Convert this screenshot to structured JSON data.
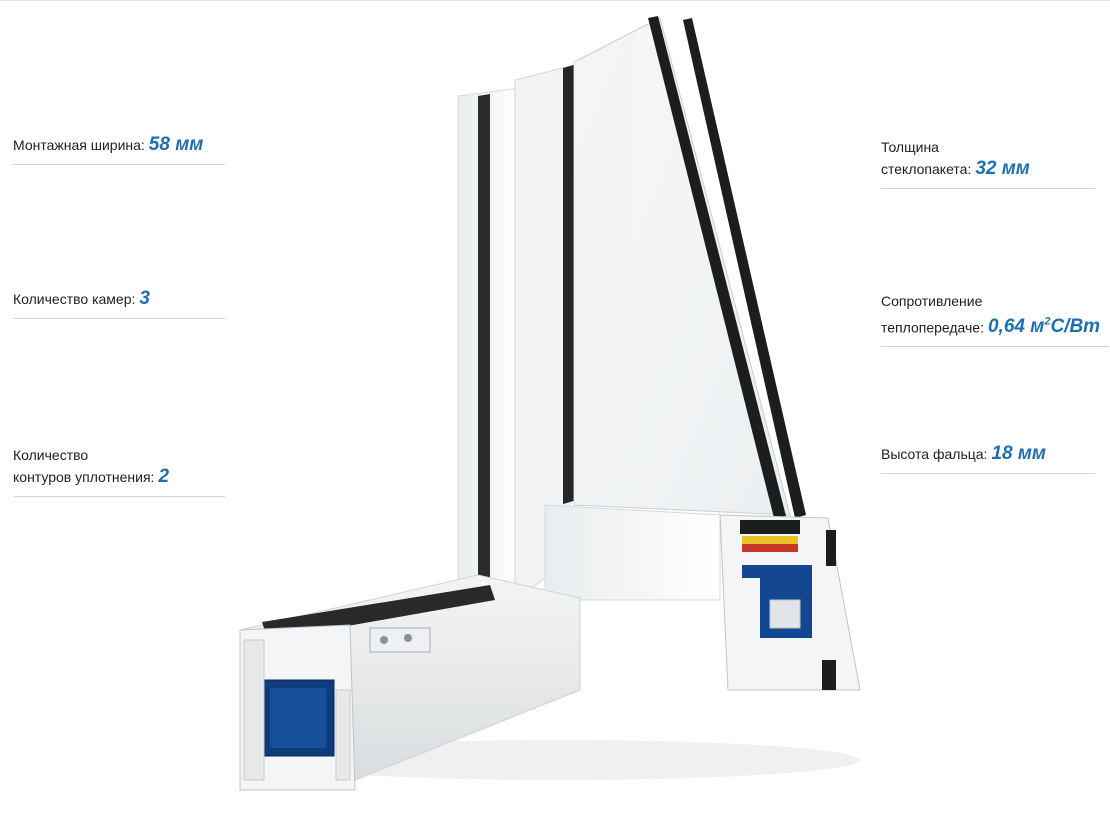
{
  "specs_left": [
    {
      "id": "width",
      "lines": [
        "Монтажная ширина:"
      ],
      "value": "58 мм"
    },
    {
      "id": "chambers",
      "lines": [
        "Количество камер:"
      ],
      "value": "3"
    },
    {
      "id": "seals",
      "lines": [
        "Количество",
        "контуров уплотнения:"
      ],
      "value": "2"
    }
  ],
  "specs_right": [
    {
      "id": "glass",
      "lines": [
        "Толщина",
        "стеклопакета:"
      ],
      "value": "32 мм"
    },
    {
      "id": "resistance",
      "lines": [
        "Сопротивление",
        "теплопередаче:"
      ],
      "value_main": "0,64 м",
      "value_sup": "2",
      "value_tail": "С/Вт"
    },
    {
      "id": "rebate",
      "lines": [
        "Высота фальца:"
      ],
      "value": "18 мм"
    }
  ],
  "colors": {
    "accent": "#1e6fb0",
    "rule": "#d6d6d6",
    "text": "#1f1f1f"
  }
}
